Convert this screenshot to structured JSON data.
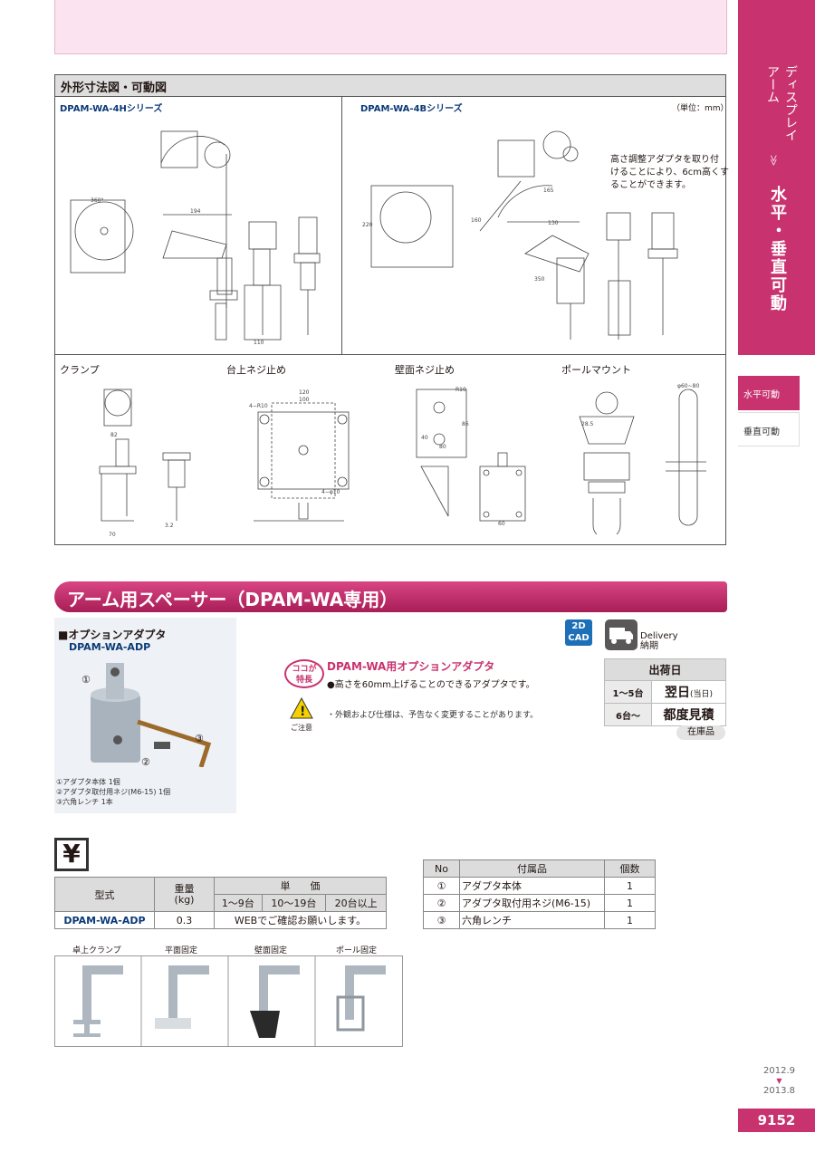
{
  "sidebar": {
    "category_top": "ディスプレイ\nアーム",
    "category_top_a": "ディスプレイ",
    "category_top_b": "アーム",
    "arrow": "≫",
    "category_main": "水平・垂直可動",
    "subtabs": [
      "水平可動",
      "垂直可動"
    ]
  },
  "drawings": {
    "section_title": "外形寸法図・可動図",
    "series_4h": "DPAM-WA-4Hシリーズ",
    "series_4b": "DPAM-WA-4Bシリーズ",
    "unit": "（単位：mm）",
    "note_4b": "高さ調整アダプタを取り付けることにより、6cm高くすることができます。",
    "note_4b_lines": [
      "高さ調整アダプタを取り付",
      "けることにより、6cm高くす",
      "ることができます。"
    ],
    "bottom_labels": [
      "クランプ",
      "台上ネジ止め",
      "壁面ネジ止め",
      "ポールマウント"
    ],
    "dims_top": [
      "194",
      "360°",
      "110",
      "350",
      "165",
      "130",
      "220",
      "160"
    ],
    "dims_bottom": [
      "120",
      "100",
      "4−R10",
      "4−φ10",
      "R10",
      "86",
      "40",
      "80",
      "60",
      "φ60~80",
      "28.5",
      "82",
      "70",
      "3.2"
    ]
  },
  "section": {
    "title": "アーム用スペーサー（DPAM-WA専用）"
  },
  "product": {
    "option_label": "■オプションアダプタ",
    "model": "DPAM-WA-ADP",
    "parts_legend": [
      "①アダプタ本体 1個",
      "②アダプタ取付用ネジ(M6-15) 1個",
      "③六角レンチ 1本"
    ],
    "callouts": [
      "①",
      "②",
      "③"
    ],
    "badge": "ココが\n特長",
    "badge_a": "ココが",
    "badge_b": "特長",
    "feature_title": "DPAM-WA用オプションアダプタ",
    "feature_text": "●高さを60mm上げることのできるアダプタです。",
    "caution_label": "ご注意",
    "caution_text": "・外観および仕様は、予告なく変更することがあります。"
  },
  "cad_badge": "2D\nCAD",
  "cad_a": "2D",
  "cad_b": "CAD",
  "delivery": {
    "label_en": "Delivery",
    "label_jp": "納期",
    "header": "出荷日",
    "rows": [
      {
        "qty": "1〜5台",
        "value": "翌日",
        "note": "(当日)"
      },
      {
        "qty": "6台〜",
        "value": "都度見積",
        "note": ""
      }
    ],
    "stock": "在庫品"
  },
  "price": {
    "yen_icon": "¥",
    "headers": {
      "model": "型式",
      "weight": "重量\n(kg)",
      "weight_a": "重量",
      "weight_b": "(kg)",
      "unit_price": "単　　価",
      "tiers": [
        "1〜9台",
        "10〜19台",
        "20台以上"
      ]
    },
    "row": {
      "model": "DPAM-WA-ADP",
      "weight": "0.3",
      "price_note": "WEBでご確認お願いします。"
    }
  },
  "accessories": {
    "headers": [
      "No",
      "付属品",
      "個数"
    ],
    "rows": [
      {
        "no": "①",
        "item": "アダプタ本体",
        "qty": "1"
      },
      {
        "no": "②",
        "item": "アダプタ取付用ネジ(M6-15)",
        "qty": "1"
      },
      {
        "no": "③",
        "item": "六角レンチ",
        "qty": "1"
      }
    ]
  },
  "mounting_types": [
    "卓上クランプ",
    "平面固定",
    "壁面固定",
    "ポール固定"
  ],
  "footer": {
    "date_from": "2012.9",
    "date_arrow": "▼",
    "date_to": "2013.8",
    "page": "9152"
  },
  "colors": {
    "accent": "#c8336f",
    "pink_bg": "#fbe4ef",
    "navy": "#0b3a78",
    "header_gray": "#dedede"
  }
}
